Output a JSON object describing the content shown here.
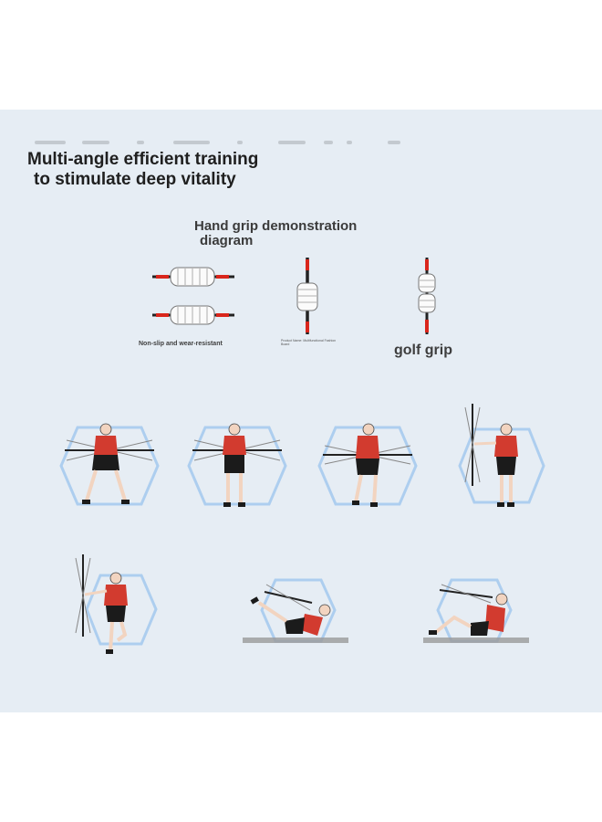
{
  "heading": {
    "line1": "Multi-angle efficient training",
    "line2": "to stimulate deep vitality"
  },
  "grip_section": {
    "title_line1": "Hand grip demonstration",
    "title_line2": "diagram",
    "captions": {
      "non_slip": "Non-slip and wear-resistant",
      "product_name": "Product Name: Multifunctional Fashion Board",
      "golf_grip": "golf grip"
    }
  },
  "exercises": [
    {
      "pose": "wide-stance-horizontal-swing",
      "icon": "athlete-standing-icon"
    },
    {
      "pose": "narrow-stance-horizontal-swing",
      "icon": "athlete-standing-icon"
    },
    {
      "pose": "lunge-horizontal-swing",
      "icon": "athlete-lunge-icon"
    },
    {
      "pose": "side-vertical-swing",
      "icon": "athlete-side-icon"
    },
    {
      "pose": "single-leg-vertical-swing",
      "icon": "athlete-balance-icon"
    },
    {
      "pose": "v-sit-swing",
      "icon": "athlete-vsit-icon"
    },
    {
      "pose": "seated-crunch-swing",
      "icon": "athlete-crunch-icon"
    }
  ],
  "colors": {
    "panel_bg": "#e6edf4",
    "shirt_red": "#d23b2f",
    "shorts_black": "#1b1b1b",
    "hexagon_blue": "#9fc6ee",
    "bar_red": "#d9261c"
  }
}
